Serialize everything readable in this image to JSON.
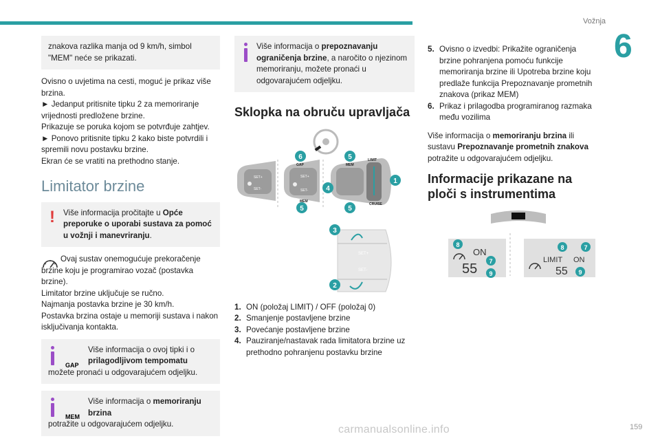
{
  "header": {
    "section": "Vožnja",
    "chapter": "6",
    "page": "159"
  },
  "watermark": "carmanualsonline.info",
  "col1": {
    "box_text": "znakova razlika manja od 9 km/h, simbol \"MEM\" neće se prikazati.",
    "p1": "Ovisno o uvjetima na cesti, moguć je prikaz više brzina.",
    "p2": "► Jedanput pritisnite tipku 2 za memoriranje vrijednosti predložene brzine.",
    "p3": "Prikazuje se poruka kojom se potvrđuje zahtjev.",
    "p4": "► Ponovo pritisnite tipku 2 kako biste potvrdili i spremili novu postavku brzine.",
    "p5": "Ekran će se vratiti na prethodno stanje.",
    "heading": "Limitator brzine",
    "warn_pre": "Više informacija pročitajte u ",
    "warn_bold": "Opće preporuke o uporabi sustava za pomoć u vožnji i manevriranju",
    "warn_post": ".",
    "sys1": "Ovaj sustav onemogućuje prekoračenje brzine koju je programirao vozač (postavka brzine).",
    "sys2": "Limitator brzine uključuje se ručno.",
    "sys3": "Najmanja postavka brzine je 30 km/h.",
    "sys4": "Postavka brzina ostaje u memoriji sustava i nakon isključivanja kontakta.",
    "gap_tag": "GAP",
    "gap_pre": "Više informacija o ovoj tipki i o ",
    "gap_bold": "prilagodljivom tempomatu",
    "gap_post": " možete pronaći u odgovarajućem odjeljku.",
    "mem_tag": "MEM",
    "mem_pre": "Više informacija o ",
    "mem_bold": "memoriranju brzina",
    "mem_post": " potražite u odgovarajućem odjeljku."
  },
  "col2": {
    "info_pre": "Više informacija o ",
    "info_bold": "prepoznavanju ograničenja brzine",
    "info_post": ", a naročito o njezinom memoriranju, možete pronaći u odgovarajućem odjeljku.",
    "heading": "Sklopka na obruču upravljača",
    "callouts": [
      "6",
      "5",
      "4",
      "1",
      "5",
      "5",
      "3",
      "2"
    ],
    "stalk_labels": [
      "GAP",
      "MEM",
      "MEM",
      "LIMIT",
      "CRUISE"
    ],
    "items": [
      {
        "num": "1.",
        "text": "ON (položaj LIMIT) / OFF (položaj 0)"
      },
      {
        "num": "2.",
        "text": "Smanjenje postavljene brzine"
      },
      {
        "num": "3.",
        "text": "Povećanje postavljene brzine"
      },
      {
        "num": "4.",
        "text": "Pauziranje/nastavak rada limitatora brzine uz prethodno pohranjenu postavku brzine"
      }
    ]
  },
  "col3": {
    "items": [
      {
        "num": "5.",
        "text": "Ovisno o izvedbi: Prikažite ograničenja brzine pohranjena pomoću funkcije memoriranja brzine ili Upotreba brzine koju predlaže funkcija Prepoznavanje prometnih znakova (prikaz MEM)"
      },
      {
        "num": "6.",
        "text": "Prikaz i prilagodba programiranog razmaka među vozilima"
      }
    ],
    "p_pre": "Više informacija o ",
    "p_bold1": "memoriranju brzina",
    "p_mid": " ili sustavu ",
    "p_bold2": "Prepoznavanje prometnih znakova",
    "p_post": " potražite u odgovarajućem odjeljku.",
    "heading": "Informacije prikazane na ploči s instrumentima",
    "display_left": {
      "status": "ON",
      "speed": "55",
      "callouts": [
        "8",
        "7",
        "9"
      ]
    },
    "display_right": {
      "mode": "LIMIT",
      "status": "ON",
      "speed": "55",
      "callouts": [
        "8",
        "7",
        "9"
      ]
    }
  }
}
